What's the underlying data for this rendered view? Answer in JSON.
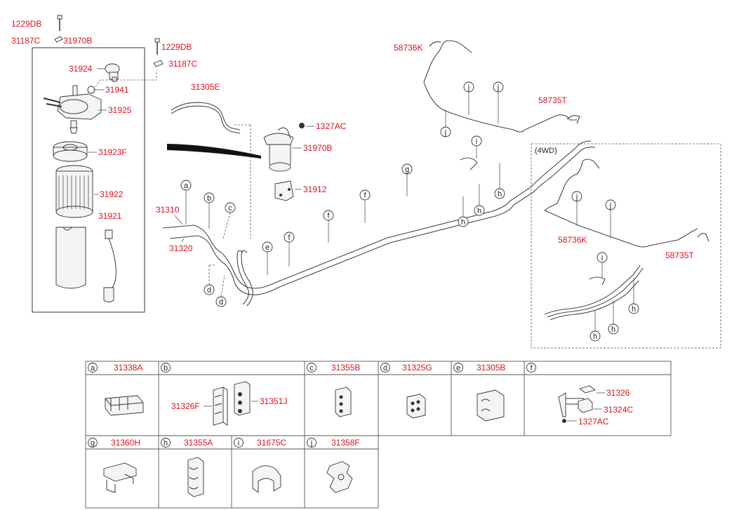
{
  "callouts": {
    "bolt_top": "1229DB",
    "clip_top": "31187C",
    "assy_top": "31970B",
    "c31924": "31924",
    "c31941": "31941",
    "c31925": "31925",
    "c31923f": "31923F",
    "c31922": "31922",
    "c31921": "31921",
    "bolt_mid": "1229DB",
    "clip_mid": "31187C",
    "c31305e": "31305E",
    "c1327ac": "1327AC",
    "assy_mid": "31970B",
    "c31912": "31912",
    "c31310": "31310",
    "c31320": "31320",
    "c58736k": "58736K",
    "c58735t": "58735T",
    "wd_label": "(4WD)",
    "wd_58736k": "58736K",
    "wd_58735t": "58735T"
  },
  "letters": {
    "a": "a",
    "b": "b",
    "c": "c",
    "d": "d",
    "e": "e",
    "f": "f",
    "g": "g",
    "h": "h",
    "i": "i",
    "j": "j"
  },
  "table": {
    "row1": [
      {
        "letter": "a",
        "code": "31338A"
      },
      {
        "letter": "b",
        "code": ""
      },
      {
        "letter": "c",
        "code": "31355B"
      },
      {
        "letter": "d",
        "code": "31325G"
      },
      {
        "letter": "e",
        "code": "31305B"
      },
      {
        "letter": "f",
        "code": ""
      }
    ],
    "row2": [
      {
        "letter": "g",
        "code": "31360H"
      },
      {
        "letter": "h",
        "code": "31355A"
      },
      {
        "letter": "i",
        "code": "31675C"
      },
      {
        "letter": "j",
        "code": "31358F"
      }
    ],
    "b_parts": {
      "left": "31326F",
      "right": "31351J"
    },
    "f_parts": {
      "top": "31326",
      "mid": "31324C",
      "bot": "1327AC"
    }
  }
}
